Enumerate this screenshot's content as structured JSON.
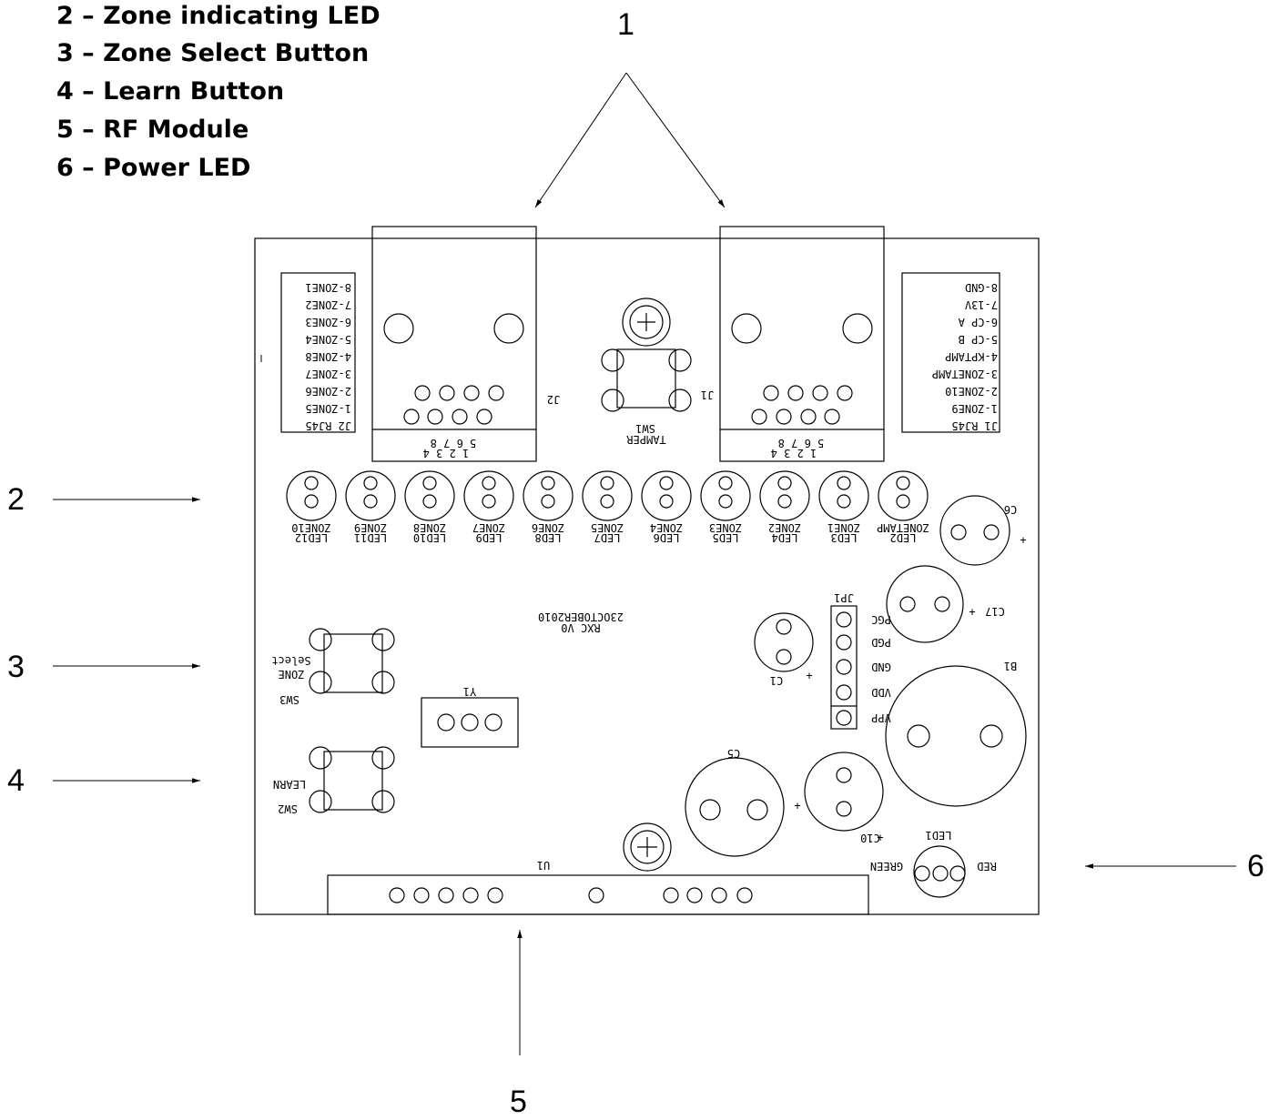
{
  "legend": [
    {
      "num": "2",
      "label": "2 – Zone indicating LED"
    },
    {
      "num": "3",
      "label": "3 – Zone Select Button"
    },
    {
      "num": "4",
      "label": "4 – Learn Button"
    },
    {
      "num": "5",
      "label": "5 – RF Module"
    },
    {
      "num": "6",
      "label": "6 – Power LED"
    }
  ],
  "callouts": {
    "c1": "1",
    "c2": "2",
    "c3": "3",
    "c4": "4",
    "c5": "5",
    "c6": "6"
  },
  "board": {
    "j2_table": [
      "J2 RJ45",
      "1-ZONE5",
      "2-ZONE6",
      "3-ZONE7",
      "4-ZONE8",
      "5-ZONE4",
      "6-ZONE3",
      "7-ZONE2",
      "8-ZONE1"
    ],
    "j1_table": [
      "J1 RJ45",
      "1-ZONE9",
      "2-ZONE10",
      "3-ZONETAMP",
      "4-KPTAMP",
      "5-CP B",
      "6-CP A",
      "7-13V",
      "8-GND"
    ],
    "j2": "J2",
    "j1": "J1",
    "j_pins_top": "5 6 7 8",
    "j_pins_bottom": "1 2 3 4",
    "sw1": "SW1",
    "tamper": "TAMPER",
    "leds": [
      {
        "ref": "LED12",
        "zone": "ZONE10"
      },
      {
        "ref": "LED11",
        "zone": "ZONE9"
      },
      {
        "ref": "LED10",
        "zone": "ZONE8"
      },
      {
        "ref": "LED9",
        "zone": "ZONE7"
      },
      {
        "ref": "LED8",
        "zone": "ZONE6"
      },
      {
        "ref": "LED7",
        "zone": "ZONE5"
      },
      {
        "ref": "LED6",
        "zone": "ZONE4"
      },
      {
        "ref": "LED5",
        "zone": "ZONE3"
      },
      {
        "ref": "LED4",
        "zone": "ZONE2"
      },
      {
        "ref": "LED3",
        "zone": "ZONE1"
      },
      {
        "ref": "LED2",
        "zone": "ZONETAMP"
      }
    ],
    "c6": "C6",
    "c17": "C17",
    "c1": "C1",
    "b1": "B1",
    "c5": "C5",
    "c10": "C10",
    "plus": "+",
    "jp1": "JP1",
    "jp1_pins": [
      "PGC",
      "PGD",
      "GND",
      "VDD",
      "VPP"
    ],
    "revision": "RXC V0",
    "date": "23OCTOBER2010",
    "sw3": "SW3",
    "zone": "ZONE",
    "select": "Select",
    "sw2": "SW2",
    "learn": "LEARN",
    "y1": "Y1",
    "u1": "U1",
    "led1": "LED1",
    "green": "GREEN",
    "red": "RED"
  }
}
